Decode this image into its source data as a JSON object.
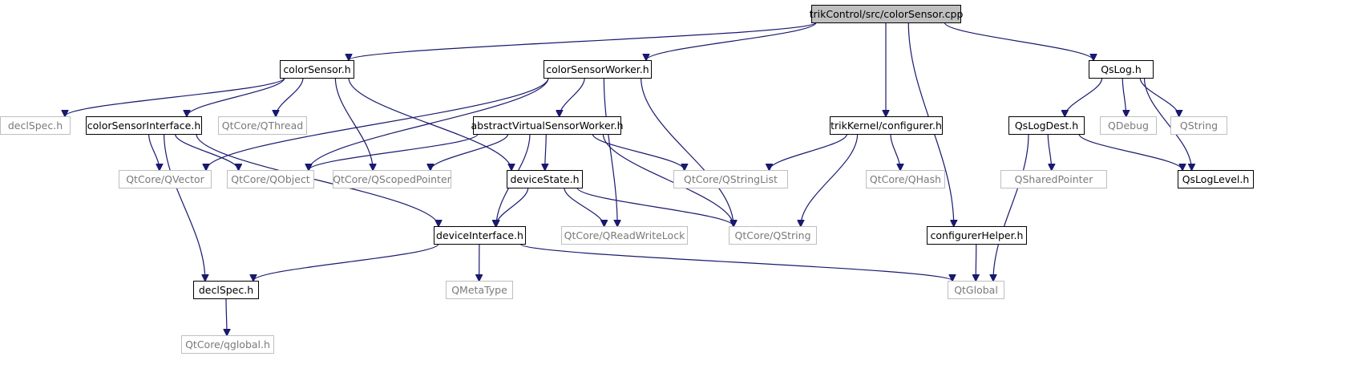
{
  "title": "trikControl/src/colorSensor.cpp",
  "colors": {
    "edge": "#191970",
    "root_fill": "#bfbfbf",
    "ext_border": "#bfbfbf",
    "ext_text": "#7a7a7a",
    "int_border": "#000000"
  },
  "nodes": [
    {
      "id": "root",
      "label": "trikControl/src/colorSensor.cpp",
      "kind": "root"
    },
    {
      "id": "colorSensor_h",
      "label": "colorSensor.h",
      "kind": "internal"
    },
    {
      "id": "colorSensorWorker_h",
      "label": "colorSensorWorker.h",
      "kind": "internal"
    },
    {
      "id": "configurer_h",
      "label": "trikKernel/configurer.h",
      "kind": "internal"
    },
    {
      "id": "configurerHelper_h",
      "label": "configurerHelper.h",
      "kind": "internal"
    },
    {
      "id": "QsLog_h",
      "label": "QsLog.h",
      "kind": "internal"
    },
    {
      "id": "declSpec_ext",
      "label": "declSpec.h",
      "kind": "external"
    },
    {
      "id": "colorSensorInterface_h",
      "label": "colorSensorInterface.h",
      "kind": "internal"
    },
    {
      "id": "QThread",
      "label": "QtCore/QThread",
      "kind": "external"
    },
    {
      "id": "abstractVSW_h",
      "label": "abstractVirtualSensorWorker.h",
      "kind": "internal"
    },
    {
      "id": "QsLogDest_h",
      "label": "QsLogDest.h",
      "kind": "internal"
    },
    {
      "id": "QDebug",
      "label": "QDebug",
      "kind": "external"
    },
    {
      "id": "QString_b",
      "label": "QString",
      "kind": "external"
    },
    {
      "id": "QVector",
      "label": "QtCore/QVector",
      "kind": "external"
    },
    {
      "id": "QObject",
      "label": "QtCore/QObject",
      "kind": "external"
    },
    {
      "id": "QScopedPointer",
      "label": "QtCore/QScopedPointer",
      "kind": "external"
    },
    {
      "id": "deviceState_h",
      "label": "deviceState.h",
      "kind": "internal"
    },
    {
      "id": "QStringList",
      "label": "QtCore/QStringList",
      "kind": "external"
    },
    {
      "id": "QHash",
      "label": "QtCore/QHash",
      "kind": "external"
    },
    {
      "id": "QSharedPointer",
      "label": "QSharedPointer",
      "kind": "external"
    },
    {
      "id": "QsLogLevel_h",
      "label": "QsLogLevel.h",
      "kind": "internal"
    },
    {
      "id": "deviceInterface_h",
      "label": "deviceInterface.h",
      "kind": "internal"
    },
    {
      "id": "QReadWriteLock",
      "label": "QtCore/QReadWriteLock",
      "kind": "external"
    },
    {
      "id": "QtCoreQString",
      "label": "QtCore/QString",
      "kind": "external"
    },
    {
      "id": "declSpec_h",
      "label": "declSpec.h",
      "kind": "internal"
    },
    {
      "id": "QMetaType",
      "label": "QMetaType",
      "kind": "external"
    },
    {
      "id": "QtGlobal",
      "label": "QtGlobal",
      "kind": "external"
    },
    {
      "id": "qglobal_h",
      "label": "QtCore/qglobal.h",
      "kind": "external"
    }
  ],
  "edges": [
    [
      "root",
      "colorSensor_h"
    ],
    [
      "root",
      "colorSensorWorker_h"
    ],
    [
      "root",
      "configurer_h"
    ],
    [
      "root",
      "configurerHelper_h"
    ],
    [
      "root",
      "QsLog_h"
    ],
    [
      "colorSensor_h",
      "declSpec_ext"
    ],
    [
      "colorSensor_h",
      "colorSensorInterface_h"
    ],
    [
      "colorSensor_h",
      "QThread"
    ],
    [
      "colorSensor_h",
      "QScopedPointer"
    ],
    [
      "colorSensor_h",
      "deviceState_h"
    ],
    [
      "colorSensorWorker_h",
      "abstractVSW_h"
    ],
    [
      "colorSensorWorker_h",
      "QVector"
    ],
    [
      "colorSensorWorker_h",
      "QObject"
    ],
    [
      "colorSensorWorker_h",
      "QReadWriteLock"
    ],
    [
      "colorSensorWorker_h",
      "QtCoreQString"
    ],
    [
      "colorSensorInterface_h",
      "QVector"
    ],
    [
      "colorSensorInterface_h",
      "QObject"
    ],
    [
      "colorSensorInterface_h",
      "deviceInterface_h"
    ],
    [
      "colorSensorInterface_h",
      "declSpec_h"
    ],
    [
      "abstractVSW_h",
      "QObject"
    ],
    [
      "abstractVSW_h",
      "QScopedPointer"
    ],
    [
      "abstractVSW_h",
      "deviceState_h"
    ],
    [
      "abstractVSW_h",
      "QStringList"
    ],
    [
      "abstractVSW_h",
      "deviceInterface_h"
    ],
    [
      "abstractVSW_h",
      "QtCoreQString"
    ],
    [
      "deviceState_h",
      "deviceInterface_h"
    ],
    [
      "deviceState_h",
      "QReadWriteLock"
    ],
    [
      "deviceState_h",
      "QtCoreQString"
    ],
    [
      "configurer_h",
      "QStringList"
    ],
    [
      "configurer_h",
      "QHash"
    ],
    [
      "configurer_h",
      "QtCoreQString"
    ],
    [
      "configurerHelper_h",
      "QtGlobal"
    ],
    [
      "QsLog_h",
      "QsLogDest_h"
    ],
    [
      "QsLog_h",
      "QDebug"
    ],
    [
      "QsLog_h",
      "QString_b"
    ],
    [
      "QsLog_h",
      "QsLogLevel_h"
    ],
    [
      "QsLogDest_h",
      "QSharedPointer"
    ],
    [
      "QsLogDest_h",
      "QsLogLevel_h"
    ],
    [
      "QsLogDest_h",
      "QtGlobal"
    ],
    [
      "deviceInterface_h",
      "declSpec_h"
    ],
    [
      "deviceInterface_h",
      "QMetaType"
    ],
    [
      "deviceInterface_h",
      "QtGlobal"
    ],
    [
      "declSpec_h",
      "qglobal_h"
    ]
  ]
}
